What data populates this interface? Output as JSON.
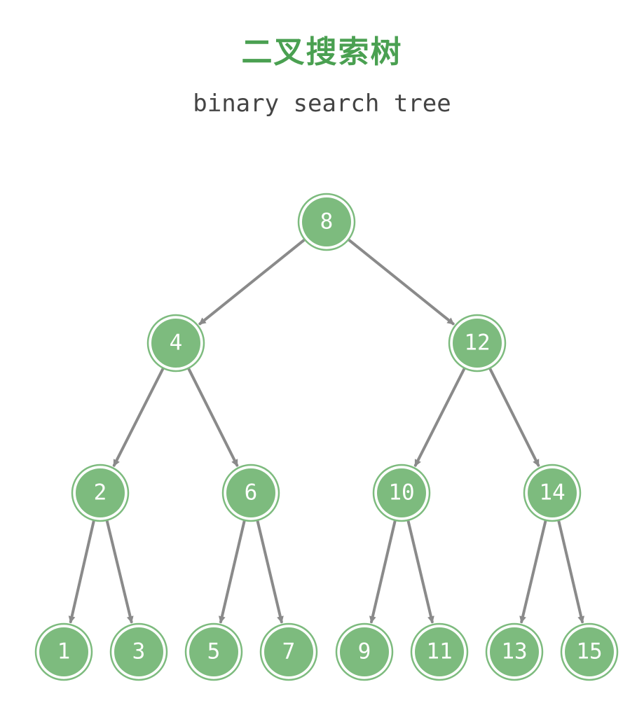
{
  "title": "二叉搜索树",
  "subtitle": "binary search tree",
  "colors": {
    "title": "#4aa051",
    "node_fill": "#7dbb7e",
    "node_ring": "#7dbb7e",
    "node_gap": "#ffffff",
    "edge": "#8a8a8a",
    "label": "#ffffff"
  },
  "tree": {
    "nodes": [
      {
        "id": "n8",
        "label": "8"
      },
      {
        "id": "n4",
        "label": "4"
      },
      {
        "id": "n12",
        "label": "12"
      },
      {
        "id": "n2",
        "label": "2"
      },
      {
        "id": "n6",
        "label": "6"
      },
      {
        "id": "n10",
        "label": "10"
      },
      {
        "id": "n14",
        "label": "14"
      },
      {
        "id": "n1",
        "label": "1"
      },
      {
        "id": "n3",
        "label": "3"
      },
      {
        "id": "n5",
        "label": "5"
      },
      {
        "id": "n7",
        "label": "7"
      },
      {
        "id": "n9",
        "label": "9"
      },
      {
        "id": "n11",
        "label": "11"
      },
      {
        "id": "n13",
        "label": "13"
      },
      {
        "id": "n15",
        "label": "15"
      }
    ],
    "edges": [
      {
        "from": "n8",
        "to": "n4"
      },
      {
        "from": "n8",
        "to": "n12"
      },
      {
        "from": "n4",
        "to": "n2"
      },
      {
        "from": "n4",
        "to": "n6"
      },
      {
        "from": "n12",
        "to": "n10"
      },
      {
        "from": "n12",
        "to": "n14"
      },
      {
        "from": "n2",
        "to": "n1"
      },
      {
        "from": "n2",
        "to": "n3"
      },
      {
        "from": "n6",
        "to": "n5"
      },
      {
        "from": "n6",
        "to": "n7"
      },
      {
        "from": "n10",
        "to": "n9"
      },
      {
        "from": "n10",
        "to": "n11"
      },
      {
        "from": "n14",
        "to": "n13"
      },
      {
        "from": "n14",
        "to": "n15"
      }
    ]
  }
}
